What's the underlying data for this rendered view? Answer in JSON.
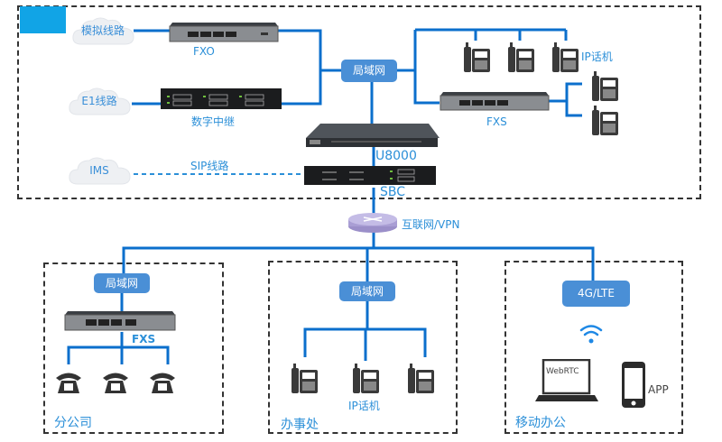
{
  "title_block": {
    "color": "#11a4e6"
  },
  "colors": {
    "line": "#0b6fcc",
    "label": "#2b8fd8",
    "lan_box": "#4a8fd6",
    "dash_border": "#333333"
  },
  "hq": {
    "clouds": [
      {
        "id": "analog",
        "label": "模拟线路"
      },
      {
        "id": "e1",
        "label": "E1线路"
      },
      {
        "id": "ims",
        "label": "IMS"
      }
    ],
    "devices": {
      "fxo": "FXO",
      "digital_trunk": "数字中继",
      "sip_trunk": "SIP线路",
      "lan": "局域网",
      "ip_phones": "IP话机",
      "fxs": "FXS",
      "ippbx": "U8000",
      "sbc": "SBC"
    }
  },
  "internet": {
    "label": "互联网/VPN"
  },
  "branches": [
    {
      "id": "branch-office",
      "name": "分公司",
      "lan": "局域网",
      "gateway": "FXS"
    },
    {
      "id": "rep-office",
      "name": "办事处",
      "lan": "局域网",
      "phones_label": "IP话机"
    },
    {
      "id": "mobile-office",
      "name": "移动办公",
      "network": "4G/LTE",
      "laptop_label": "WebRTC",
      "phone_label": "APP"
    }
  ]
}
